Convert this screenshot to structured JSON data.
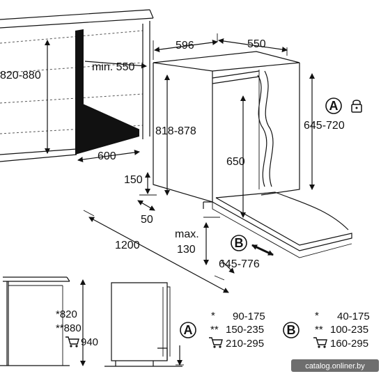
{
  "dimensions": {
    "niche_height": "820-880",
    "min_depth": "min. 550",
    "niche_depth": "600",
    "appliance_height": "818-878",
    "plinth_height": "150",
    "plinth_setback": "50",
    "width": "596",
    "depth": "550",
    "door_height": "645-720",
    "door_panel_height": "650",
    "door_opening": "1200",
    "max_label": "max.",
    "max_value": "130",
    "b_range": "645-776"
  },
  "markers": {
    "a": "A",
    "b": "B"
  },
  "heights": {
    "h1": "*820",
    "h2": "**880",
    "h3": "940"
  },
  "table_a": {
    "row1_mark": "*",
    "row1_value": "90-175",
    "row2_mark": "**",
    "row2_value": "150-235",
    "row3_value": "210-295"
  },
  "table_b": {
    "row1_mark": "*",
    "row1_value": "40-175",
    "row2_mark": "**",
    "row2_value": "100-235",
    "row3_value": "160-295"
  },
  "icons": {
    "lock": "padlock-icon",
    "cart": "shopping-cart-icon"
  },
  "watermark": "catalog.onliner.by",
  "colors": {
    "ink": "#111111",
    "watermark_bg": "#555555"
  }
}
